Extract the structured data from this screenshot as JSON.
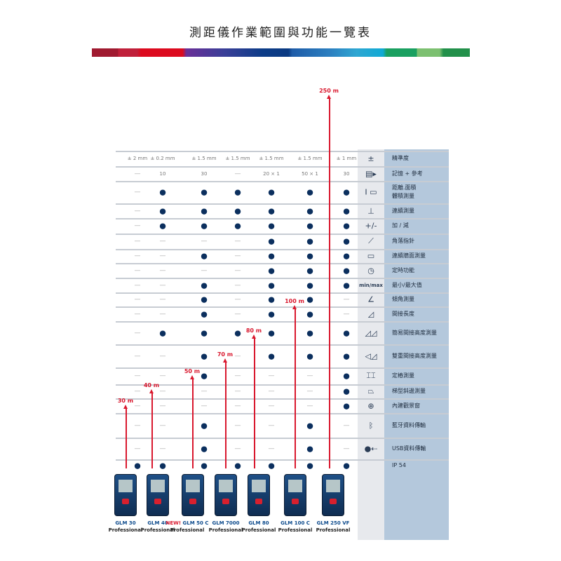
{
  "title": "測距儀作業範圍與功能一覽表",
  "products": [
    {
      "name": "GLM 30",
      "line": "Professional",
      "range": "30 m",
      "range_m": 30
    },
    {
      "name": "GLM 40",
      "line": "Professional",
      "range": "40 m",
      "range_m": 40
    },
    {
      "name": "GLM 50 C",
      "line": "Professional",
      "range": "50 m",
      "range_m": 50,
      "badge": "NEW!"
    },
    {
      "name": "GLM 7000",
      "line": "Professional",
      "range": "70 m",
      "range_m": 70
    },
    {
      "name": "GLM 80",
      "line": "Professional",
      "range": "80 m",
      "range_m": 80
    },
    {
      "name": "GLM 100 C",
      "line": "Professional",
      "range": "100 m",
      "range_m": 100
    },
    {
      "name": "GLM 250 VF",
      "line": "Professional",
      "range": "250 m",
      "range_m": 250
    }
  ],
  "rows": [
    {
      "label": "精準度",
      "icon": "±",
      "icon_name": "accuracy-icon",
      "values": [
        "± 2 mm",
        "± 0.2 mm",
        "± 1.5 mm",
        "± 1.5 mm",
        "± 1.5 mm",
        "± 1.5 mm",
        "± 1 mm"
      ]
    },
    {
      "label": "記憶 + 參考",
      "icon": "▤▸",
      "icon_name": "memory-icon",
      "values": [
        "—",
        "10",
        "30",
        "—",
        "20 × 1",
        "50 × 1",
        "30"
      ]
    },
    {
      "label": "距離.面積\n體積測量",
      "icon": "I ▭",
      "icon_name": "area-volume-icon",
      "values": [
        "—",
        "●",
        "●",
        "●",
        "●",
        "●",
        "●"
      ]
    },
    {
      "label": "連續測量",
      "icon": "⊥",
      "icon_name": "continuous-measure-icon",
      "values": [
        "—",
        "●",
        "●",
        "●",
        "●",
        "●",
        "●"
      ]
    },
    {
      "label": "加 / 減",
      "icon": "+/-",
      "icon_name": "plus-minus-icon",
      "values": [
        "—",
        "●",
        "●",
        "●",
        "●",
        "●",
        "●"
      ]
    },
    {
      "label": "角落指針",
      "icon": "⟋",
      "icon_name": "corner-pointer-icon",
      "values": [
        "—",
        "—",
        "—",
        "—",
        "●",
        "●",
        "●"
      ]
    },
    {
      "label": "連續牆面測量",
      "icon": "▭",
      "icon_name": "wall-measure-icon",
      "values": [
        "—",
        "—",
        "●",
        "—",
        "●",
        "●",
        "●"
      ]
    },
    {
      "label": "定時功能",
      "icon": "◷",
      "icon_name": "timer-icon",
      "values": [
        "—",
        "—",
        "—",
        "—",
        "●",
        "●",
        "●"
      ]
    },
    {
      "label": "最小/最大值",
      "icon": "min/max",
      "icon_name": "min-max-icon",
      "values": [
        "—",
        "—",
        "●",
        "—",
        "●",
        "●",
        "●"
      ]
    },
    {
      "label": "傾角測量",
      "icon": "∠",
      "icon_name": "tilt-icon",
      "values": [
        "—",
        "—",
        "●",
        "—",
        "●",
        "●",
        "—"
      ]
    },
    {
      "label": "間接長度",
      "icon": "◿",
      "icon_name": "indirect-length-icon",
      "values": [
        "—",
        "—",
        "●",
        "—",
        "●",
        "●",
        "—"
      ]
    },
    {
      "label": "簡易間接高度測量",
      "icon": "◿◿",
      "icon_name": "simple-indirect-height-icon",
      "values": [
        "—",
        "●",
        "●",
        "●",
        "●",
        "●",
        "●"
      ]
    },
    {
      "label": "雙重間接高度測量",
      "icon": "◁◿",
      "icon_name": "double-indirect-height-icon",
      "values": [
        "—",
        "—",
        "●",
        "—",
        "●",
        "●",
        "●"
      ]
    },
    {
      "label": "定樁測量",
      "icon": "⌶⌶",
      "icon_name": "stakeout-icon",
      "values": [
        "—",
        "—",
        "●",
        "—",
        "—",
        "—",
        "●"
      ]
    },
    {
      "label": "梯型斜邊測量",
      "icon": "⏢",
      "icon_name": "trapezoid-icon",
      "values": [
        "—",
        "—",
        "—",
        "—",
        "—",
        "—",
        "●"
      ]
    },
    {
      "label": "內建觀景窗",
      "icon": "⊕",
      "icon_name": "viewfinder-icon",
      "values": [
        "—",
        "—",
        "—",
        "—",
        "—",
        "—",
        "●"
      ]
    },
    {
      "label": "藍牙資料傳輸",
      "icon": "ᛒ",
      "icon_name": "bluetooth-icon",
      "values": [
        "—",
        "—",
        "●",
        "—",
        "—",
        "●",
        "—"
      ]
    },
    {
      "label": "USB資料傳輸",
      "icon": "●⇠",
      "icon_name": "usb-icon",
      "values": [
        "—",
        "—",
        "●",
        "—",
        "—",
        "●",
        "—"
      ]
    },
    {
      "label": "IP 54",
      "icon": "",
      "icon_name": "ip54-icon",
      "values": [
        "●",
        "●",
        "●",
        "●",
        "●",
        "●",
        "●"
      ]
    }
  ]
}
